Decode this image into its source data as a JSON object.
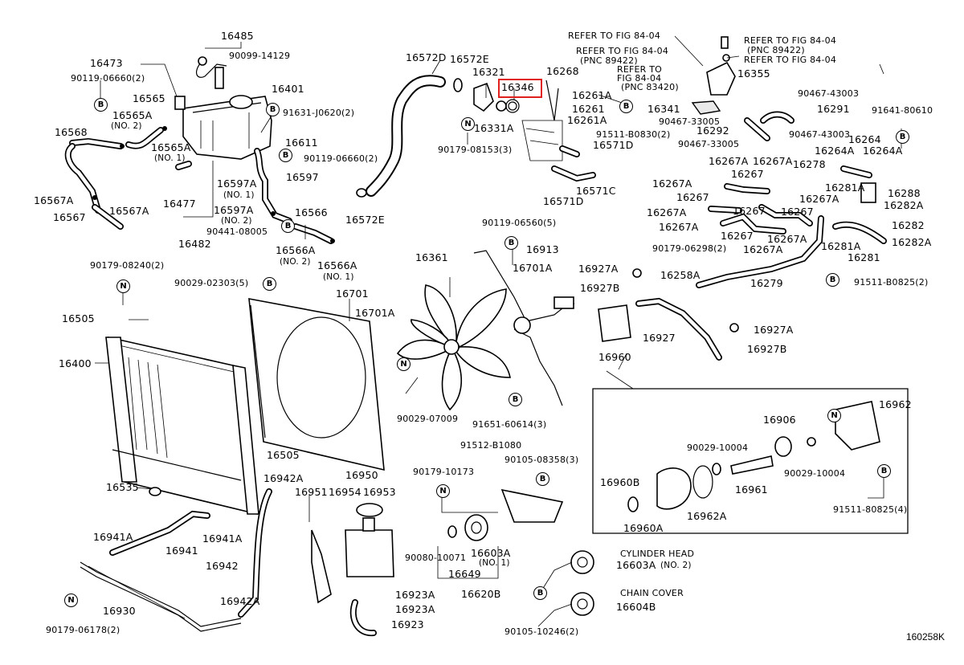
{
  "diagram_id": "160258K",
  "highlight": {
    "part": "16346",
    "color": "#e0201c"
  },
  "labels": [
    "16485",
    "90099-14129",
    "16473",
    "90119-06660(2)",
    "16401",
    "16565",
    "16565A",
    "(NO. 2)",
    "91631-J0620(2)",
    "16568",
    "16611",
    "16565A",
    "(NO. 1)",
    "90119-06660(2)",
    "16597A",
    "(NO. 1)",
    "16597",
    "16477",
    "16567A",
    "16567A",
    "16567",
    "16597A",
    "(NO. 2)",
    "16566",
    "90441-08005",
    "16482",
    "16566A",
    "(NO. 2)",
    "16566A",
    "(NO. 1)",
    "16572D",
    "16572E",
    "16321",
    "16346",
    "16268",
    "16261A",
    "16261",
    "16261A",
    "16331A",
    "90179-08153(3)",
    "16571D",
    "16571C",
    "16571D",
    "16572E",
    "REFER TO FIG 84-04",
    "REFER TO FIG 84-04",
    "(PNC 89422)",
    "REFER TO FIG 84-04",
    "(PNC 89422)",
    "REFER TO",
    "FIG 84-04",
    "(PNC 83420)",
    "REFER TO FIG 84-04",
    "16355",
    "90467-43003",
    "16341",
    "16291",
    "91641-80610",
    "90467-33005",
    "16292",
    "90467-43003",
    "91511-B0830(2)",
    "90467-33005",
    "16264",
    "16264A",
    "16264A",
    "16267A",
    "16267",
    "16267A",
    "16278",
    "16267A",
    "16267",
    "16281A",
    "16288",
    "16267A",
    "16267A",
    "16282A",
    "16267",
    "16267",
    "16282",
    "16267A",
    "16267",
    "16267A",
    "16267A",
    "16281A",
    "16282A",
    "90179-06298(2)",
    "16281",
    "16258A",
    "16279",
    "91511-B0825(2)",
    "90119-06560(5)",
    "16913",
    "16361",
    "16701A",
    "16927A",
    "16927B",
    "90179-08240(2)",
    "90029-02303(5)",
    "16701",
    "16701A",
    "16505",
    "16400",
    "16927",
    "16927A",
    "16927B",
    "16960",
    "90029-07009",
    "91651-60614(3)",
    "16962",
    "16906",
    "90029-10004",
    "90029-10004",
    "16961",
    "91511-80825(4)",
    "16960B",
    "16962A",
    "16960A",
    "16505",
    "16535",
    "16942A",
    "91512-B1080",
    "90179-10173",
    "90105-08358(3)",
    "16950",
    "16951",
    "16954",
    "16953",
    "16941A",
    "16941A",
    "16941",
    "16942",
    "90080-10071",
    "16603A",
    "(NO. 1)",
    "16649",
    "16620B",
    "CYLINDER HEAD",
    "16603A",
    "(NO. 2)",
    "16930",
    "16942A",
    "16923A",
    "16923A",
    "16923",
    "CHAIN COVER",
    "16604B",
    "90179-06178(2)",
    "90105-10246(2)"
  ],
  "symbols": [
    "B",
    "N"
  ]
}
